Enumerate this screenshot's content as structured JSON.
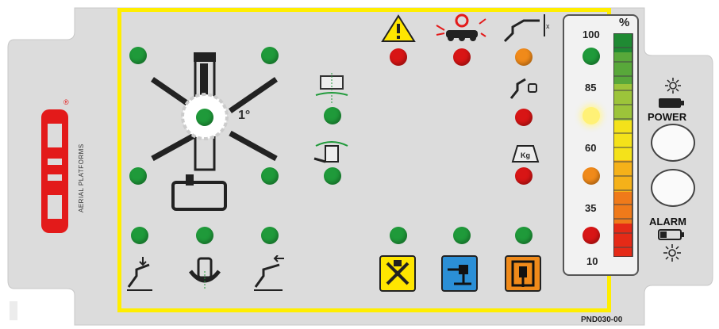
{
  "brand": {
    "logo": "cmc",
    "registered": "®",
    "subtitle": "AERIAL PLATFORMS"
  },
  "tilt_label": "1°",
  "gauge": {
    "percent_symbol": "%",
    "labels": [
      "100",
      "85",
      "60",
      "35",
      "10"
    ]
  },
  "power_label": "POWER",
  "alarm_label": "ALARM",
  "part_code": "PND030-00",
  "colors": {
    "panel": "#dcdcdc",
    "frame": "#ffee00",
    "led_green": "#1f9a3a",
    "led_red": "#d81515",
    "led_orange": "#f08a1a",
    "led_yellow": "#fff176",
    "brand_red": "#e31a1a"
  },
  "indicators": {
    "outrigger_leds": [
      "green",
      "green",
      "green",
      "green",
      "green"
    ],
    "platform_leds": [
      "green",
      "green"
    ],
    "warning_led": "red",
    "collision_led": "red",
    "limit_led": "orange",
    "lock_led": "red",
    "overload_led": "red",
    "bottom_leds": [
      "green",
      "green",
      "green",
      "green",
      "green",
      "green"
    ],
    "gauge_leds": [
      "green",
      "yellow",
      "orange",
      "red"
    ]
  },
  "icons": {
    "warning": "warning-triangle-icon",
    "collision": "collision-icon",
    "limit": "boom-limit-icon",
    "lock": "boom-lock-icon",
    "weight": "weight-kg-icon",
    "bottom": [
      "boom-down-icon",
      "platform-rotate-icon",
      "boom-retract-icon",
      "outrigger-x-icon",
      "boom-level-icon",
      "platform-door-icon"
    ]
  },
  "battery": {
    "power": "battery-full-icon",
    "alarm": "battery-low-icon"
  }
}
